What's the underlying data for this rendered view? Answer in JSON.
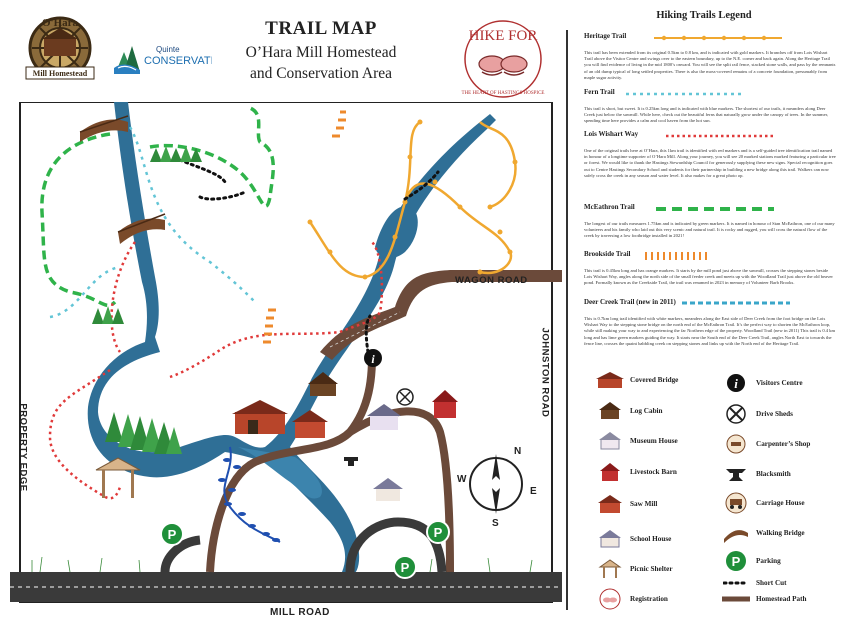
{
  "header": {
    "logo_left_text_top": "O'Hara",
    "logo_left_text_bottom": "Mill Homestead",
    "logo_quinte_text_1": "Quinte",
    "logo_quinte_text_2": "CONSERVATION",
    "title": "TRAIL MAP",
    "subtitle_line1": "O’Hara Mill Homestead",
    "subtitle_line2": "and Conservation Area",
    "logo_hike_line1": "HIKE FOR",
    "logo_hike_arc": "THE HEART OF HASTINGS HOSPICE"
  },
  "map": {
    "roads": {
      "wagon": "WAGON ROAD",
      "mill": "MILL ROAD",
      "property": "PROPERTY EDGE",
      "johnston": "JOHNSTON ROAD"
    },
    "compass": {
      "n": "N",
      "s": "S",
      "e": "E",
      "w": "W"
    }
  },
  "legend": {
    "title": "Hiking Trails Legend",
    "trails": [
      {
        "name": "Heritage Trail",
        "color": "#f0a830",
        "description": "This trail has been extended from its original 0.5km to 0.8 km, and is indicated with gold markers. It branches off from Lois Wishart Trail above the Visitor Centre and swings over to the eastern boundary, up to the N.E. corner and back again. Along the Heritage Trail you will find evidence of living in the mid 1800’s onward. You will see the split rail fence, stacked stone walls, and pass by the remnants of an old dump typical of long settled properties. There is also the moss-covered remains of a concrete foundation, presumably from maple sugar activity."
      },
      {
        "name": "Fern Trail",
        "color": "#63c5d6",
        "description": "This trail is short, but sweet. It is 0.25km long and is indicated with blue markers. The shortest of our trails, it meanders along Deer Creek just below the sawmill. While here, check out the beautiful ferns that naturally grow under the canopy of trees. In the summer, spending time here provides a calm and cool haven from the hot sun."
      },
      {
        "name": "Lois Wishart Way",
        "color": "#e03a3a",
        "description": "One of the original trails here at O’Hara, this 1km trail is identified with red markers and is a self-guided tree identification trail named in honour of a longtime supporter of O’Hara Mill. Along your journey, you will see 20 marked stations marked featuring a particular tree or forest. We would like to thank the Hastings Stewardship Council for generously supplying these new signs. Special recognition goes out to Centre Hastings Secondary School and students for their partnership in building a new bridge along this trail. Walkers can now safely cross the creek in any season and water level. It also makes for a great photo op."
      },
      {
        "name": "McEathron Trail",
        "color": "#2fb34a",
        "description": "The longest of our trails measures 1.75km and is indicated by green markers. It is named in honour of Stan McEathron, one of our many volunteers and his family who laid out this very scenic and natural trail. It is rocky and rugged, you will cross the natural flow of the creek by traversing a low footbridge installed in 2021!"
      },
      {
        "name": "Brookside Trail",
        "color": "#ee8a2c",
        "description": "This trail is 0.45km long and has orange markers. It starts by the mill pond just above the sawmill, crosses the stepping stones beside Lois Wishart Way, angles along the north side of the small feeder creek and meets up with the Woodland Trail just above the old beaver pond. Formally known as the Creekside Trail, the trail was renamed in 2023 in memory of Volunteer Barb Brooks."
      },
      {
        "name": "Deer Creek Trail (new in 2011)",
        "color": "#3aa6c9",
        "description": "This is 0.7km long trail identified with white markers, meanders along the East side of Deer Creek from the foot bridge on the Lois Wishart Way to the stepping stone bridge on the north end of the McEathron Trail. It’s the perfect way to shorten the McEathron loop, while still making your way to and experiencing the far Northern edge of the property. Woodland Trail (new in 2011) This trail is 0.4 km long and has lime green markers guiding the way. It starts near the South end of the Deer Creek Trail, angles North East to towards the fence line, crosses the quaint babbling creek on stepping stones and links up with the North end of the Heritage Trail."
      }
    ],
    "key_left": [
      {
        "icon": "covered-bridge-icon",
        "label": "Covered Bridge"
      },
      {
        "icon": "log-cabin-icon",
        "label": "Log Cabin"
      },
      {
        "icon": "museum-house-icon",
        "label": "Museum House"
      },
      {
        "icon": "livestock-barn-icon",
        "label": "Livestock Barn"
      },
      {
        "icon": "saw-mill-icon",
        "label": "Saw Mill"
      },
      {
        "icon": "school-house-icon",
        "label": "School House"
      },
      {
        "icon": "picnic-shelter-icon",
        "label": "Picnic Shelter"
      },
      {
        "icon": "registration-icon",
        "label": "Registration"
      }
    ],
    "key_right": [
      {
        "icon": "visitors-centre-icon",
        "label": "Visitors Centre"
      },
      {
        "icon": "drive-sheds-icon",
        "label": "Drive Sheds"
      },
      {
        "icon": "carpenters-shop-icon",
        "label": "Carpenter’s Shop"
      },
      {
        "icon": "blacksmith-icon",
        "label": "Blacksmith"
      },
      {
        "icon": "carriage-house-icon",
        "label": "Carriage House"
      },
      {
        "icon": "walking-bridge-icon",
        "label": "Walking Bridge"
      },
      {
        "icon": "parking-icon",
        "label": "Parking"
      },
      {
        "icon": "short-cut-icon",
        "label": "Short Cut"
      },
      {
        "icon": "homestead-path-icon",
        "label": "Homestead Path"
      }
    ],
    "parking_letter": "P",
    "visitor_letter": "i"
  },
  "colors": {
    "water": "#2f6f96",
    "road": "#2b2b2b",
    "path": "#6b4a3a",
    "heritage": "#f0a830",
    "fern": "#63c5d6",
    "lois": "#e03a3a",
    "mceathron": "#2fb34a",
    "brookside": "#ee8a2c",
    "deercreek": "#1f4fb0",
    "parking": "#1f8f3a"
  }
}
